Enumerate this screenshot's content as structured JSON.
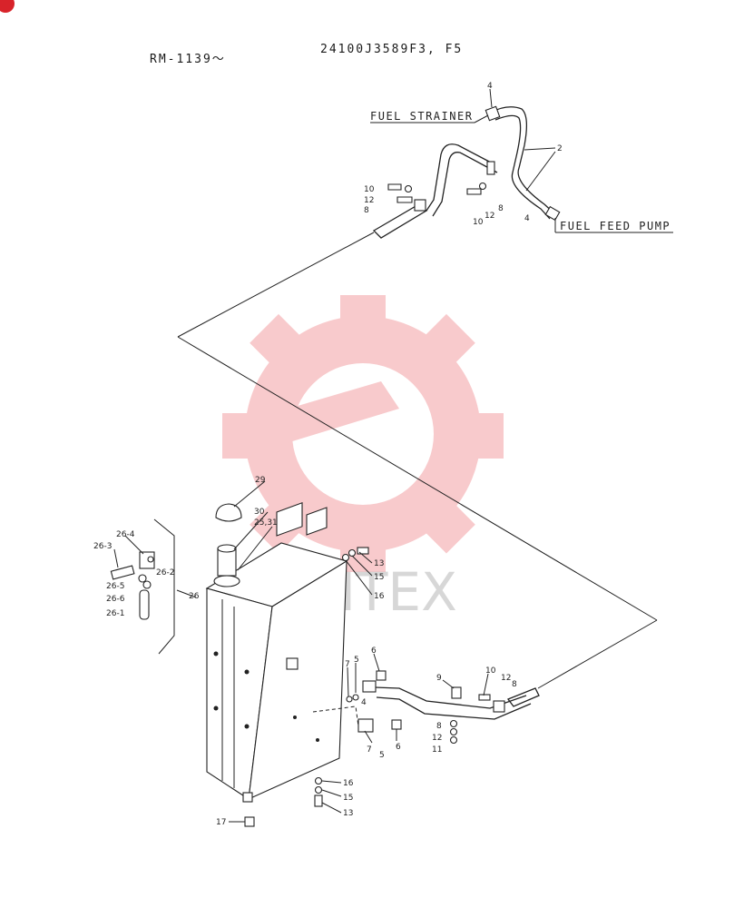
{
  "header": {
    "model": "RM-1139〜",
    "part_code": "24100J3589F3, F5"
  },
  "callouts": {
    "fuel_strainer": "FUEL STRAINER",
    "fuel_feed_pump": "FUEL FEED PUMP"
  },
  "watermark": {
    "text": "ИНТЕХ",
    "color": "#e8454a"
  },
  "corner_badge_color": "#d8232a",
  "labels": {
    "l4a": "4",
    "l2": "2",
    "l10a": "10",
    "l12a": "12",
    "l8a": "8",
    "l8b": "8",
    "l10b": "10",
    "l12b": "12",
    "l4b": "4",
    "l29": "29",
    "l30": "30",
    "l2531": "25,31",
    "l264": "26-4",
    "l263": "26-3",
    "l262": "26-2",
    "l265": "26-5",
    "l266": "26-6",
    "l261": "26-1",
    "l26": "26",
    "l13a": "13",
    "l15a": "15",
    "l16a": "16",
    "l7a": "7",
    "l5a": "5",
    "l6a": "6",
    "l4c": "4",
    "l7b": "7",
    "l5b": "5",
    "l6b": "6",
    "l9": "9",
    "l10c": "10",
    "l12c": "12",
    "l8c": "8",
    "l8d": "8",
    "l12d": "12",
    "l11": "11",
    "l16b": "16",
    "l15b": "15",
    "l13b": "13",
    "l17": "17"
  }
}
